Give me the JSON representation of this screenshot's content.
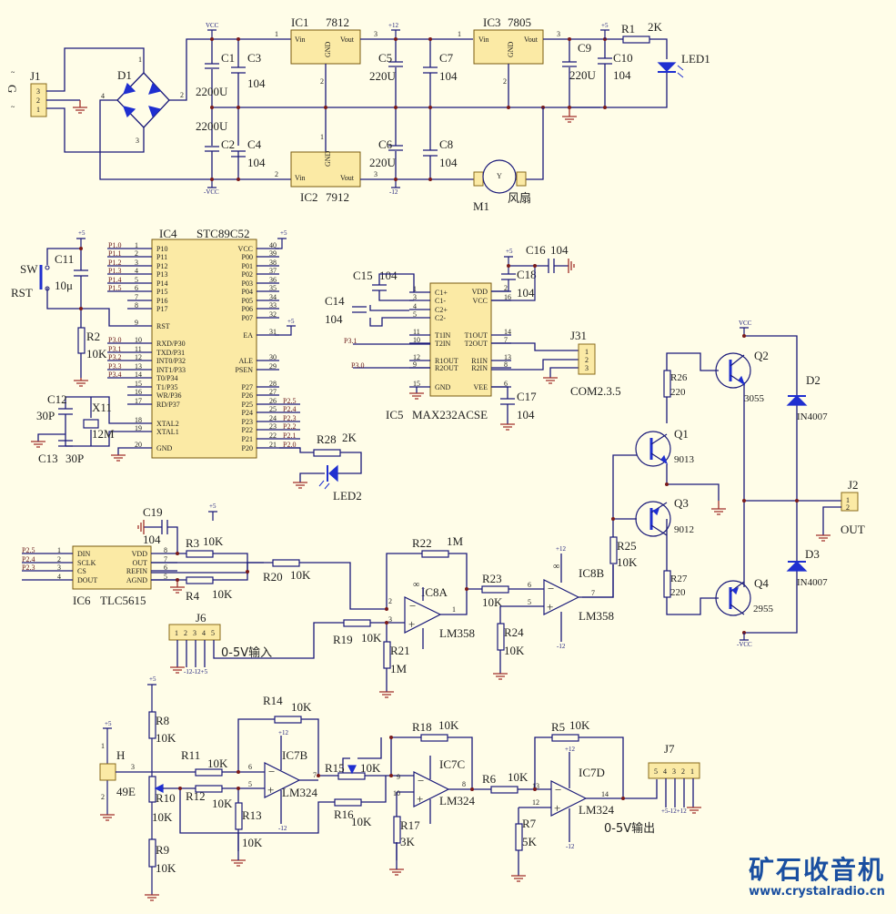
{
  "schematic": {
    "power_supply": {
      "connector": {
        "ref": "J1",
        "pins": [
          "3",
          "2",
          "1"
        ],
        "side_labels": [
          "~",
          "G",
          "~"
        ]
      },
      "bridge": {
        "ref": "D1",
        "pins": [
          "1",
          "2",
          "3",
          "4"
        ]
      },
      "rails": {
        "vcc": "VCC",
        "nvcc": "-VCC",
        "p12": "+12",
        "n12": "-12",
        "p5": "+5"
      },
      "regulators": [
        {
          "ref": "IC1",
          "part": "7812",
          "pin_in": "Vin",
          "pin_out": "Vout",
          "pin_gnd": "GND",
          "pins": [
            "1",
            "3",
            "2"
          ]
        },
        {
          "ref": "IC2",
          "part": "7912",
          "pin_in": "Vin",
          "pin_out": "Vout",
          "pin_gnd": "GND",
          "pins": [
            "2",
            "3",
            "1"
          ]
        },
        {
          "ref": "IC3",
          "part": "7805",
          "pin_in": "Vin",
          "pin_out": "Vout",
          "pin_gnd": "GND",
          "pins": [
            "1",
            "3",
            "2"
          ]
        }
      ],
      "capacitors": [
        {
          "ref": "C1",
          "value": "2200U"
        },
        {
          "ref": "C2",
          "value": "2200U"
        },
        {
          "ref": "C3",
          "value": "104"
        },
        {
          "ref": "C4",
          "value": "104"
        },
        {
          "ref": "C5",
          "value": "220U"
        },
        {
          "ref": "C6",
          "value": "220U"
        },
        {
          "ref": "C7",
          "value": "104"
        },
        {
          "ref": "C8",
          "value": "104"
        },
        {
          "ref": "C9",
          "value": "220U"
        },
        {
          "ref": "C10",
          "value": "104"
        }
      ],
      "r1": {
        "ref": "R1",
        "value": "2K"
      },
      "led1": {
        "ref": "LED1"
      },
      "fan": {
        "ref": "M1",
        "label": "风扇",
        "symbol": "Y"
      }
    },
    "mcu": {
      "ref": "IC4",
      "part": "STC89C52",
      "left_pins": [
        {
          "num": "1",
          "name": "P10",
          "net": "P1.0"
        },
        {
          "num": "2",
          "name": "P11",
          "net": "P1.1"
        },
        {
          "num": "3",
          "name": "P12",
          "net": "P1.2"
        },
        {
          "num": "4",
          "name": "P13",
          "net": "P1.3"
        },
        {
          "num": "5",
          "name": "P14",
          "net": "P1.4"
        },
        {
          "num": "6",
          "name": "P15",
          "net": "P1.5"
        },
        {
          "num": "7",
          "name": "P16",
          "net": ""
        },
        {
          "num": "8",
          "name": "P17",
          "net": ""
        },
        {
          "num": "9",
          "name": "RST",
          "net": ""
        },
        {
          "num": "10",
          "name": "RXD/P30",
          "net": "P3.0"
        },
        {
          "num": "11",
          "name": "TXD/P31",
          "net": "P3.1"
        },
        {
          "num": "12",
          "name": "INT0/P32",
          "net": "P3.2"
        },
        {
          "num": "13",
          "name": "INT1/P33",
          "net": "P3.3"
        },
        {
          "num": "14",
          "name": "T0/P34",
          "net": "P3.4"
        },
        {
          "num": "15",
          "name": "T1/P35",
          "net": ""
        },
        {
          "num": "16",
          "name": "WR/P36",
          "net": ""
        },
        {
          "num": "17",
          "name": "RD/P37",
          "net": ""
        },
        {
          "num": "18",
          "name": "XTAL2",
          "net": ""
        },
        {
          "num": "19",
          "name": "XTAL1",
          "net": ""
        },
        {
          "num": "20",
          "name": "GND",
          "net": ""
        }
      ],
      "right_pins": [
        {
          "num": "40",
          "name": "VCC",
          "net": ""
        },
        {
          "num": "39",
          "name": "P00",
          "net": ""
        },
        {
          "num": "38",
          "name": "P01",
          "net": ""
        },
        {
          "num": "37",
          "name": "P02",
          "net": ""
        },
        {
          "num": "36",
          "name": "P03",
          "net": ""
        },
        {
          "num": "35",
          "name": "P04",
          "net": ""
        },
        {
          "num": "34",
          "name": "P05",
          "net": ""
        },
        {
          "num": "33",
          "name": "P06",
          "net": ""
        },
        {
          "num": "32",
          "name": "P07",
          "net": ""
        },
        {
          "num": "31",
          "name": "EA",
          "net": ""
        },
        {
          "num": "30",
          "name": "ALE",
          "net": ""
        },
        {
          "num": "29",
          "name": "PSEN",
          "net": ""
        },
        {
          "num": "28",
          "name": "P27",
          "net": ""
        },
        {
          "num": "27",
          "name": "P26",
          "net": ""
        },
        {
          "num": "26",
          "name": "P25",
          "net": "P2.5"
        },
        {
          "num": "25",
          "name": "P24",
          "net": "P2.4"
        },
        {
          "num": "24",
          "name": "P23",
          "net": "P2.3"
        },
        {
          "num": "23",
          "name": "P22",
          "net": "P2.2"
        },
        {
          "num": "22",
          "name": "P21",
          "net": "P2.1"
        },
        {
          "num": "21",
          "name": "P20",
          "net": "P2.0"
        }
      ],
      "reset": {
        "switch": "SW",
        "switch_label": "RST",
        "cap": {
          "ref": "C11",
          "value": "10μ"
        },
        "res": {
          "ref": "R2",
          "value": "10K"
        }
      },
      "crystal": {
        "ref": "X11",
        "value": "12M",
        "c12": {
          "ref": "C12",
          "value": "30P"
        },
        "c13": {
          "ref": "C13",
          "value": "30P"
        }
      },
      "led": {
        "ref": "LED2",
        "res": {
          "ref": "R28",
          "value": "2K"
        }
      }
    },
    "rs232": {
      "ref": "IC5",
      "part": "MAX232ACSE",
      "left_pins": [
        {
          "num": "1",
          "name": "C1+"
        },
        {
          "num": "3",
          "name": "C1-"
        },
        {
          "num": "4",
          "name": "C2+"
        },
        {
          "num": "5",
          "name": "C2-"
        },
        {
          "num": "11",
          "name": "T1IN"
        },
        {
          "num": "10",
          "name": "T2IN"
        },
        {
          "num": "12",
          "name": "R1OUT"
        },
        {
          "num": "9",
          "name": "R2OUT"
        },
        {
          "num": "15",
          "name": "GND"
        }
      ],
      "right_pins": [
        {
          "num": "2",
          "name": "VDD"
        },
        {
          "num": "16",
          "name": "VCC"
        },
        {
          "num": "14",
          "name": "T1OUT"
        },
        {
          "num": "7",
          "name": "T2OUT"
        },
        {
          "num": "13",
          "name": "R1IN"
        },
        {
          "num": "8",
          "name": "R2IN"
        },
        {
          "num": "6",
          "name": "VEE"
        }
      ],
      "nets": {
        "t2in": "P3.1",
        "r2out": "P3.0"
      },
      "caps": [
        {
          "ref": "C14",
          "value": "104"
        },
        {
          "ref": "C15",
          "value": "104"
        },
        {
          "ref": "C16",
          "value": "104"
        },
        {
          "ref": "C17",
          "value": "104"
        },
        {
          "ref": "C18",
          "value": "104"
        }
      ],
      "connector": {
        "ref": "J31",
        "label": "COM2.3.5",
        "pins": [
          "1",
          "2",
          "3"
        ]
      }
    },
    "output_stage": {
      "transistors": [
        {
          "ref": "Q1",
          "part": "9013"
        },
        {
          "ref": "Q2",
          "part": "3055"
        },
        {
          "ref": "Q3",
          "part": "9012"
        },
        {
          "ref": "Q4",
          "part": "2955"
        }
      ],
      "resistors": [
        {
          "ref": "R26",
          "value": "220"
        },
        {
          "ref": "R27",
          "value": "220"
        },
        {
          "ref": "R25",
          "value": "10K"
        }
      ],
      "diodes": [
        {
          "ref": "D2",
          "part": "IN4007"
        },
        {
          "ref": "D3",
          "part": "IN4007"
        }
      ],
      "connector": {
        "ref": "J2",
        "label": "OUT",
        "pins": [
          "1",
          "2"
        ]
      }
    },
    "dac": {
      "ref": "IC6",
      "part": "TLC5615",
      "left_pins": [
        {
          "num": "1",
          "name": "DIN",
          "net": "P2.5"
        },
        {
          "num": "2",
          "name": "SCLK",
          "net": "P2.4"
        },
        {
          "num": "3",
          "name": "CS",
          "net": "P2.3"
        },
        {
          "num": "4",
          "name": "DOUT",
          "net": ""
        }
      ],
      "right_pins": [
        {
          "num": "8",
          "name": "VDD"
        },
        {
          "num": "7",
          "name": "OUT"
        },
        {
          "num": "6",
          "name": "REFIN"
        },
        {
          "num": "5",
          "name": "AGND"
        }
      ],
      "c19": {
        "ref": "C19",
        "value": "104"
      },
      "r3": {
        "ref": "R3",
        "value": "10K"
      },
      "r4": {
        "ref": "R4",
        "value": "10K"
      },
      "r20": {
        "ref": "R20",
        "value": "10K"
      }
    },
    "input_amp": {
      "j6": {
        "ref": "J6",
        "pins": [
          "1",
          "2",
          "3",
          "4",
          "5"
        ],
        "pin_labels": "-12-12+5",
        "input_label": "0-5V输入"
      },
      "r19": {
        "ref": "R19",
        "value": "10K"
      },
      "r21": {
        "ref": "R21",
        "value": "1M"
      },
      "r22": {
        "ref": "R22",
        "value": "1M"
      },
      "r23": {
        "ref": "R23",
        "value": "10K"
      },
      "r24": {
        "ref": "R24",
        "value": "10K"
      },
      "ic8a": {
        "ref": "IC8A",
        "part": "LM358",
        "pins": [
          "2",
          "3",
          "1"
        ],
        "inf": "∞"
      },
      "ic8b": {
        "ref": "IC8B",
        "part": "LM358",
        "pins": [
          "6",
          "5",
          "7"
        ],
        "inf": "∞"
      }
    },
    "hall_sensor": {
      "h": {
        "ref": "H",
        "part": "49E",
        "pins": [
          "1",
          "2",
          "3"
        ]
      },
      "resistors": [
        {
          "ref": "R8",
          "value": "10K"
        },
        {
          "ref": "R9",
          "value": "10K"
        },
        {
          "ref": "R10",
          "value": "10K"
        },
        {
          "ref": "R11",
          "value": "10K"
        },
        {
          "ref": "R12",
          "value": "10K"
        },
        {
          "ref": "R13",
          "value": "10K"
        },
        {
          "ref": "R14",
          "value": "10K"
        },
        {
          "ref": "R15",
          "value": "10K"
        },
        {
          "ref": "R16",
          "value": "10K"
        },
        {
          "ref": "R17",
          "value": "3K"
        },
        {
          "ref": "R18",
          "value": "10K"
        },
        {
          "ref": "R6",
          "value": "10K"
        },
        {
          "ref": "R5",
          "value": "10K"
        },
        {
          "ref": "R7",
          "value": "5K"
        }
      ],
      "ic7b": {
        "ref": "IC7B",
        "part": "LM324",
        "pins": [
          "6",
          "5",
          "7"
        ]
      },
      "ic7c": {
        "ref": "IC7C",
        "part": "LM324",
        "pins": [
          "9",
          "10",
          "8"
        ]
      },
      "ic7d": {
        "ref": "IC7D",
        "part": "LM324",
        "pins": [
          "13",
          "12",
          "14"
        ]
      },
      "j7": {
        "ref": "J7",
        "pins": [
          "5",
          "4",
          "3",
          "2",
          "1"
        ],
        "pin_labels": "+5-12+12",
        "output_label": "0-5V输出"
      }
    }
  },
  "watermark": {
    "title": "矿石收音机",
    "url": "www.crystalradio.cn"
  }
}
